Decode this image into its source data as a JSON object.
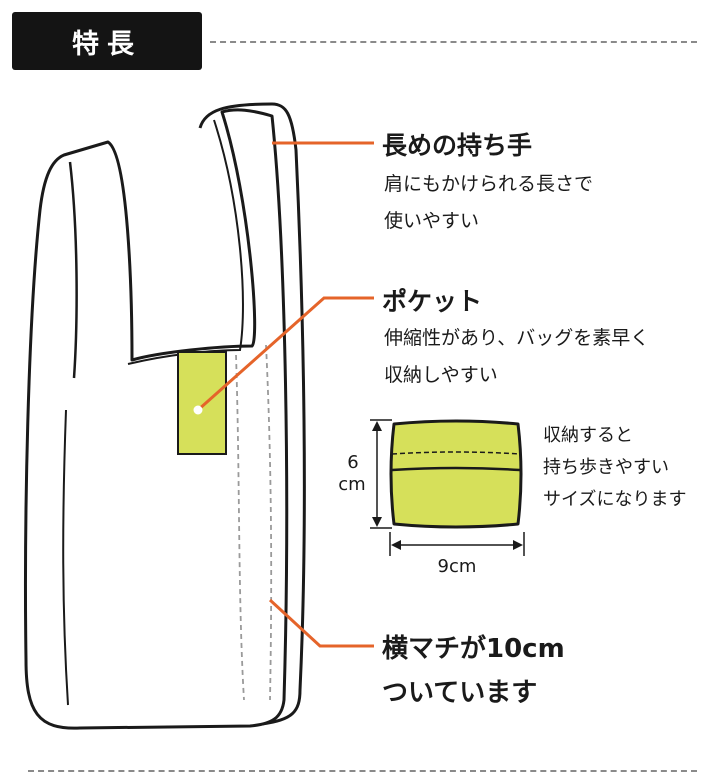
{
  "header": {
    "title": "特長"
  },
  "features": {
    "handle": {
      "title": "長めの持ち手",
      "lines": [
        "肩にもかけられる長さで",
        "使いやすい"
      ]
    },
    "pocket": {
      "title": "ポケット",
      "lines": [
        "伸縮性があり、バッグを素早く",
        "収納しやすい"
      ]
    },
    "gusset": {
      "lines": [
        "横マチが10cm",
        "ついています"
      ]
    }
  },
  "folded": {
    "height_value": "6",
    "height_unit": "cm",
    "width_label": "9cm",
    "lines": [
      "収納すると",
      "持ち歩きやすい",
      "サイズになります"
    ]
  },
  "colors": {
    "accent_lime": "#d6e05a",
    "leader_orange": "#e5642a",
    "outline": "#1a1a1a",
    "bag_fill": "#ffffff"
  }
}
